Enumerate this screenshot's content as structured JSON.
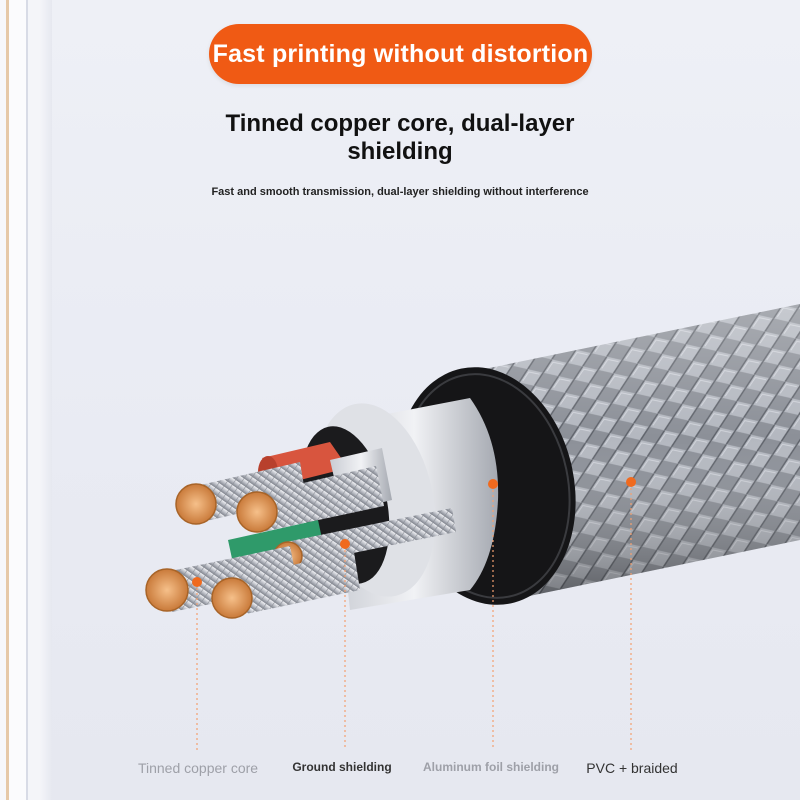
{
  "banner": {
    "text": "Fast printing without distortion"
  },
  "heading": {
    "line1": "Tinned copper core, dual-layer",
    "line2": "shielding"
  },
  "subheading": "Fast and smooth transmission, dual-layer shielding without interference",
  "callouts": {
    "core": "Tinned copper core",
    "ground": "Ground shielding",
    "foil": "Aluminum foil shielding",
    "pvc": "PVC + braided"
  },
  "colors": {
    "accent": "#f05a14",
    "marker": "#f06a1e",
    "copper": "#e0a060",
    "red_insulation": "#d8553e",
    "green_insulation": "#2f9a6a"
  }
}
